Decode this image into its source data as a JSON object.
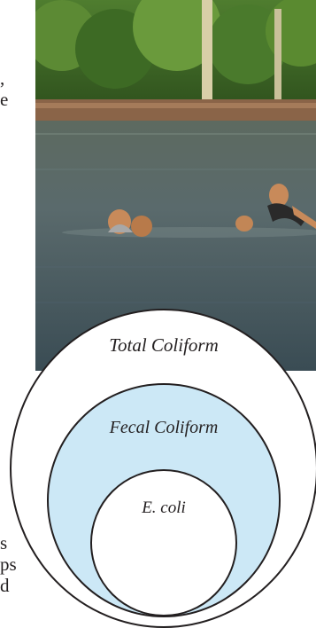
{
  "page_text": {
    "top_lines": [
      ",",
      "e"
    ],
    "bottom_lines": [
      "s",
      "ps",
      "d"
    ]
  },
  "photo": {
    "subject": "swimmers in a lake",
    "colors": {
      "water": "#4a5a5c",
      "trees": "#3f6b2a",
      "shore": "#8a6a4a",
      "skin": "#c88a5a"
    }
  },
  "diagram": {
    "outer_label": "Total Coliform",
    "middle_label": "Fecal Coliform",
    "inner_label": "E. coli",
    "colors": {
      "outer_fill": "#ffffff",
      "middle_fill": "#cce8f6",
      "inner_fill": "#ffffff",
      "stroke": "#231f20"
    }
  }
}
